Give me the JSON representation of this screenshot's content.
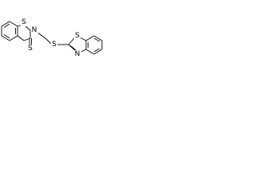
{
  "molecule": {
    "atoms": {
      "s_ring_left": "S",
      "n_ring_left": "N",
      "s_thione": "S",
      "s_thioether": "S",
      "s_ring_right": "S",
      "n_ring_right": "N"
    }
  }
}
